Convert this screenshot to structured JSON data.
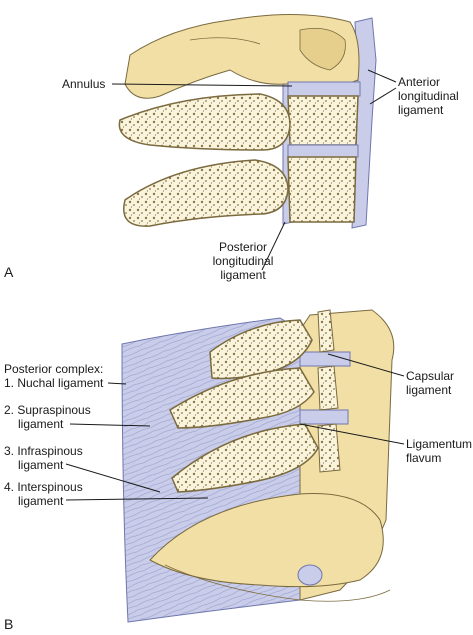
{
  "panel_a": {
    "letter": "A",
    "labels": {
      "annulus": "Annulus",
      "anterior_longitudinal_ligament": [
        "Anterior",
        "longitudinal",
        "ligament"
      ],
      "posterior_longitudinal_ligament": [
        "Posterior",
        "longitudinal",
        "ligament"
      ]
    }
  },
  "panel_b": {
    "letter": "B",
    "labels": {
      "posterior_complex": "Posterior complex:",
      "nuchal_ligament": "1. Nuchal ligament",
      "supraspinous_ligament": [
        "2. Supraspinous",
        "ligament"
      ],
      "infraspinous_ligament": [
        "3. Infraspinous",
        "ligament"
      ],
      "interspinous_ligament": [
        "4. Interspinous",
        "ligament"
      ],
      "capsular_ligament": [
        "Capsular",
        "ligament"
      ],
      "ligamentum_flavum": [
        "Ligamentum",
        "flavum"
      ]
    }
  },
  "colors": {
    "bone": "#f1dfa6",
    "bone_outline": "#7a6a3e",
    "cancellous": "#fbf4dd",
    "ligament": "#c9cde9",
    "ligament_dark": "#9fa6d3"
  }
}
